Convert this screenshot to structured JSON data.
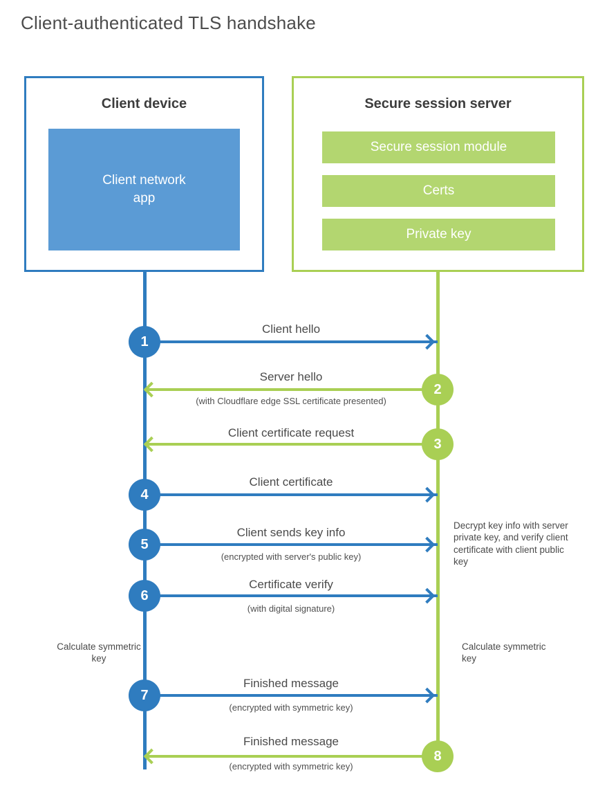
{
  "title": "Client-authenticated TLS handshake",
  "client": {
    "title": "Client device",
    "inner_label": "Client network app"
  },
  "server": {
    "title": "Secure session server",
    "modules": [
      "Secure session module",
      "Certs",
      "Private key"
    ]
  },
  "steps": [
    {
      "num": "1",
      "from": "client",
      "to": "server",
      "label": "Client hello",
      "sub": ""
    },
    {
      "num": "2",
      "from": "server",
      "to": "client",
      "label": "Server hello",
      "sub": "(with Cloudflare edge SSL certificate presented)"
    },
    {
      "num": "3",
      "from": "server",
      "to": "client",
      "label": "Client certificate request",
      "sub": ""
    },
    {
      "num": "4",
      "from": "client",
      "to": "server",
      "label": "Client certificate",
      "sub": ""
    },
    {
      "num": "5",
      "from": "client",
      "to": "server",
      "label": "Client sends key info",
      "sub": "(encrypted with server's public key)"
    },
    {
      "num": "6",
      "from": "client",
      "to": "server",
      "label": "Certificate verify",
      "sub": "(with digital signature)"
    },
    {
      "num": "7",
      "from": "client",
      "to": "server",
      "label": "Finished message",
      "sub": "(encrypted with symmetric key)"
    },
    {
      "num": "8",
      "from": "server",
      "to": "client",
      "label": "Finished message",
      "sub": "(encrypted with symmetric key)"
    }
  ],
  "notes": {
    "decrypt": "Decrypt key info with server private key, and verify client certificate with client public key",
    "calc_left": "Calculate symmetric key",
    "calc_right": "Calculate symmetric key"
  },
  "colors": {
    "blue": "#2f7cbf",
    "blue_fill": "#5b9bd5",
    "green": "#a9cf54",
    "green_fill": "#b3d670",
    "text": "#4a4a4a"
  }
}
